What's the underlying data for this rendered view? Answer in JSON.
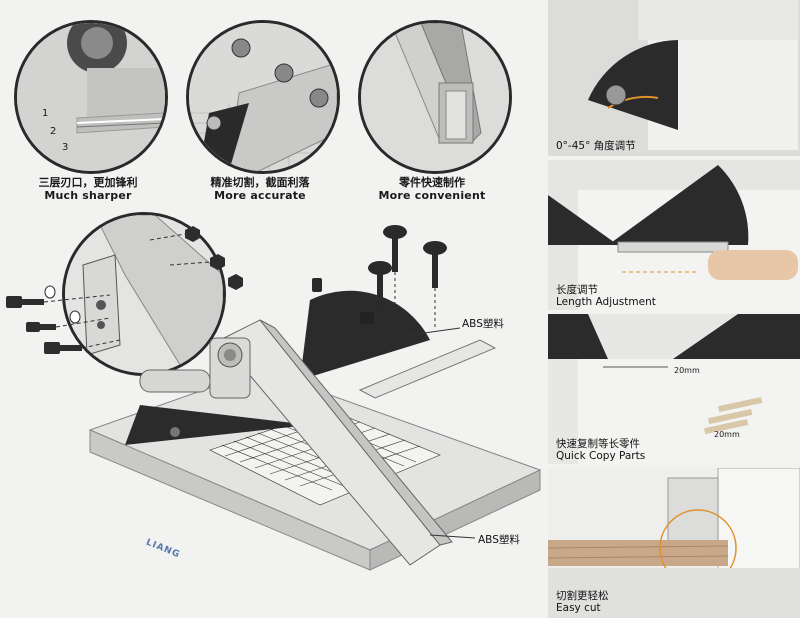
{
  "features": [
    {
      "cn": "三层刃口，更加锋利",
      "en": "Much sharper"
    },
    {
      "cn": "精准切割，截面利落",
      "en": "More accurate"
    },
    {
      "cn": "零件快速制作",
      "en": "More convenient"
    }
  ],
  "blade_layers": [
    "1",
    "2",
    "3"
  ],
  "main_labels": {
    "abs_top": "ABS塑料",
    "abs_bottom": "ABS塑料"
  },
  "brand": "LIANG",
  "side_panels": [
    {
      "cn": "0°-45° 角度调节",
      "en": ""
    },
    {
      "cn": "长度调节",
      "en": "Length Adjustment"
    },
    {
      "cn": "快速复制等长零件",
      "en": "Quick Copy Parts",
      "dims": [
        "20mm",
        "20mm"
      ]
    },
    {
      "cn": "切割更轻松",
      "en": "Easy cut"
    }
  ],
  "colors": {
    "background": "#f2f2f1",
    "dark": "#2b2b2b",
    "orange": "#e0902a",
    "white_part": "#e6e6e4"
  }
}
